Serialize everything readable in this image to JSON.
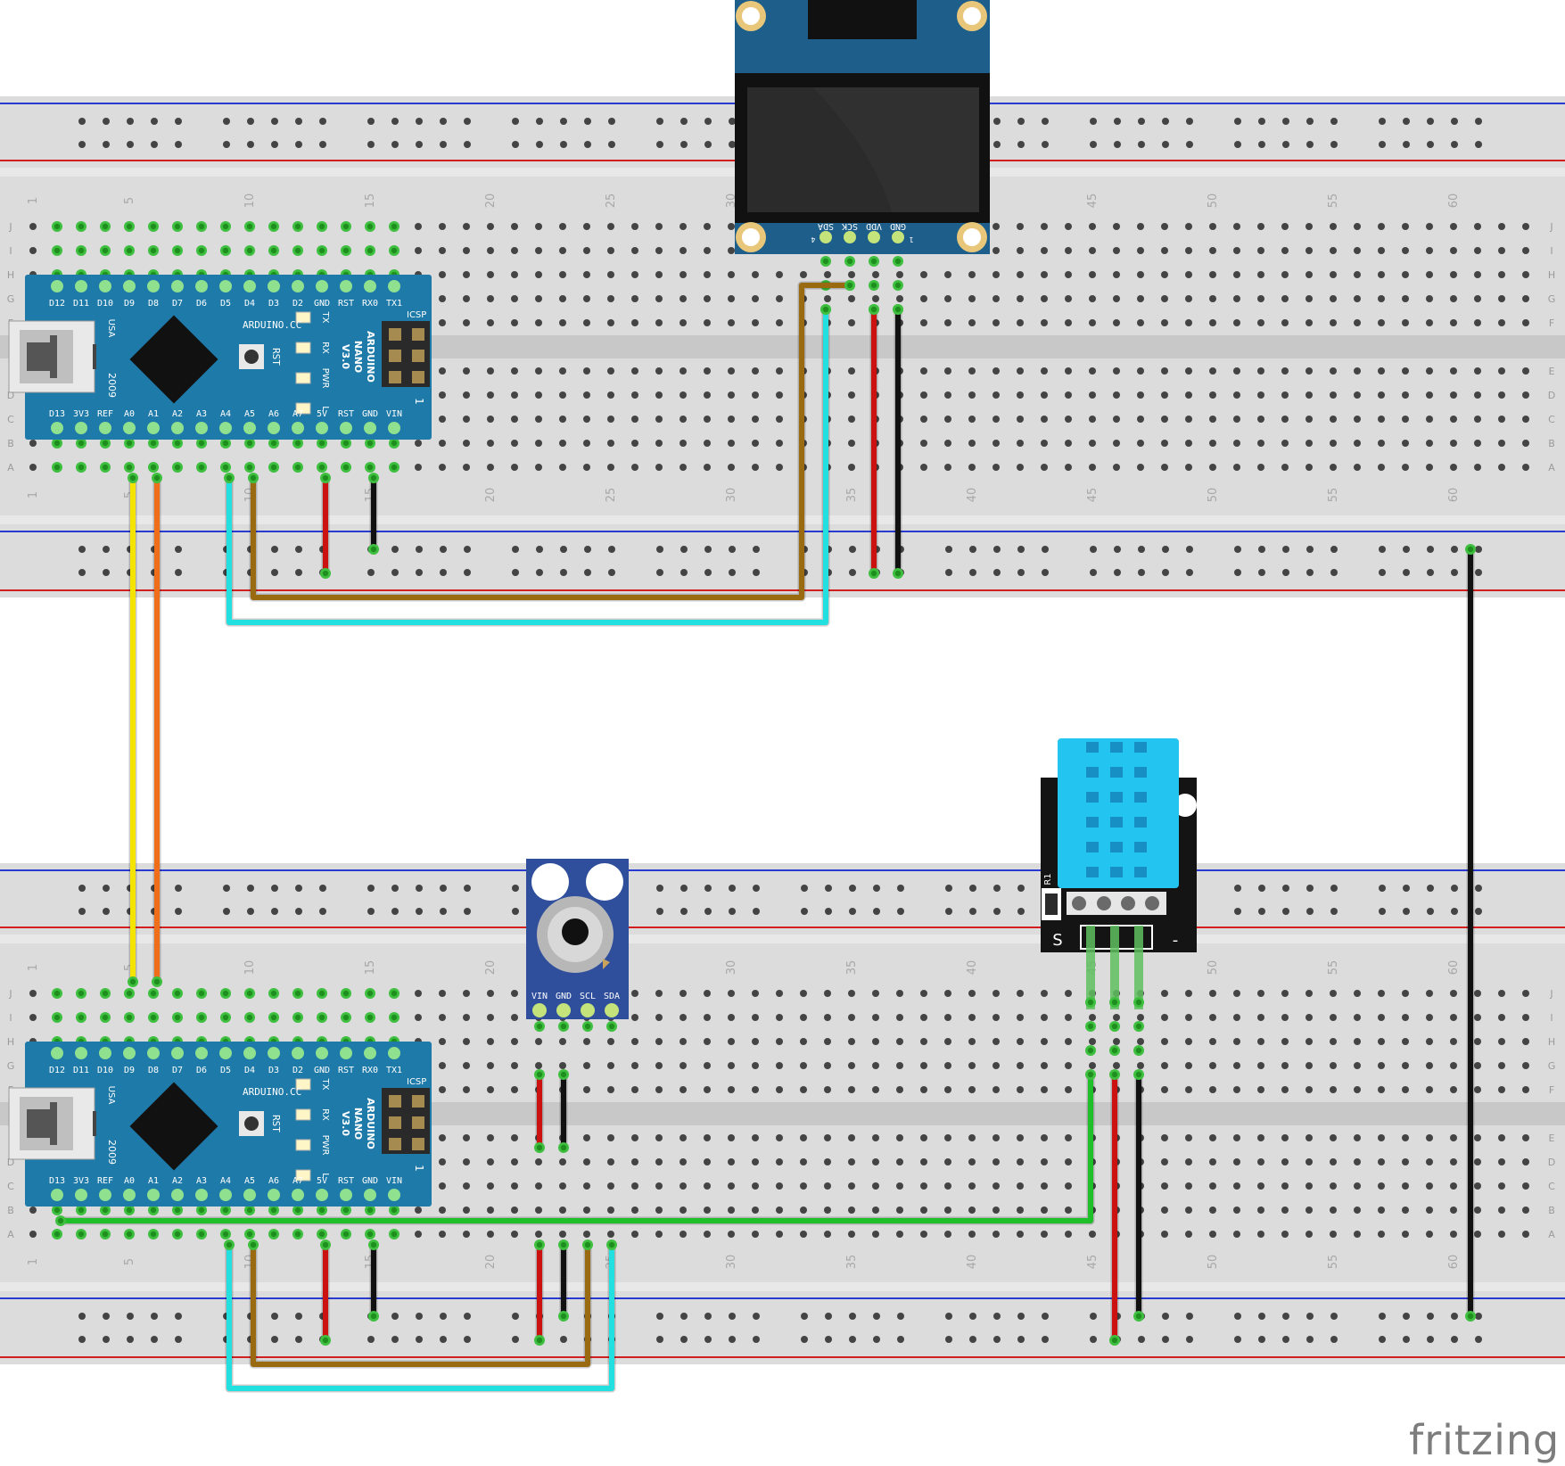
{
  "brand": "fritzing",
  "breadboard": {
    "row_letters_top": [
      "J",
      "I",
      "H",
      "G",
      "F"
    ],
    "row_letters_bottom": [
      "E",
      "D",
      "C",
      "B",
      "A"
    ],
    "column_labels": [
      "1",
      "5",
      "10",
      "15",
      "20",
      "25",
      "30",
      "35",
      "40",
      "45",
      "50",
      "55",
      "60"
    ],
    "colors": {
      "board": "#dcdcdc",
      "rail_blue": "#2a3bd0",
      "rail_red": "#d21f1f",
      "hole": "#444444",
      "hole_active": "#3fbf3f"
    }
  },
  "arduino_nano": {
    "top_pins": [
      "D12",
      "D11",
      "D10",
      "D9",
      "D8",
      "D7",
      "D6",
      "D5",
      "D4",
      "D3",
      "D2",
      "GND",
      "RST",
      "RX0",
      "TX1"
    ],
    "bottom_pins": [
      "D13",
      "3V3",
      "REF",
      "A0",
      "A1",
      "A2",
      "A3",
      "A4",
      "A5",
      "A6",
      "A7",
      "5V",
      "RST",
      "GND",
      "VIN"
    ],
    "brand_text": "ARDUINO.CC",
    "model_text": [
      "ARDUINO",
      "NANO",
      "V3.0"
    ],
    "icsp": "ICSP",
    "usb_label": "USA",
    "year": "2009",
    "leds": [
      "TX",
      "RX",
      "PWR",
      "L"
    ],
    "rst_label": "RST",
    "icsp_pin_mark": "1",
    "color": "#1e7aa8"
  },
  "oled": {
    "pins": [
      "SDA",
      "SCK",
      "VDD",
      "GND"
    ],
    "pin_marks": [
      "4",
      "1"
    ]
  },
  "ir_sensor": {
    "pins": [
      "VIN",
      "GND",
      "SCL",
      "SDA"
    ]
  },
  "dht": {
    "labels": [
      "S",
      "-"
    ],
    "side_text": "R1"
  },
  "wire_colors": {
    "yellow": "#f5e400",
    "orange": "#f06e1a",
    "brown": "#9a6a10",
    "cyan": "#22e0e0",
    "red": "#cc1111",
    "black": "#111111",
    "green": "#1fbf2a"
  }
}
